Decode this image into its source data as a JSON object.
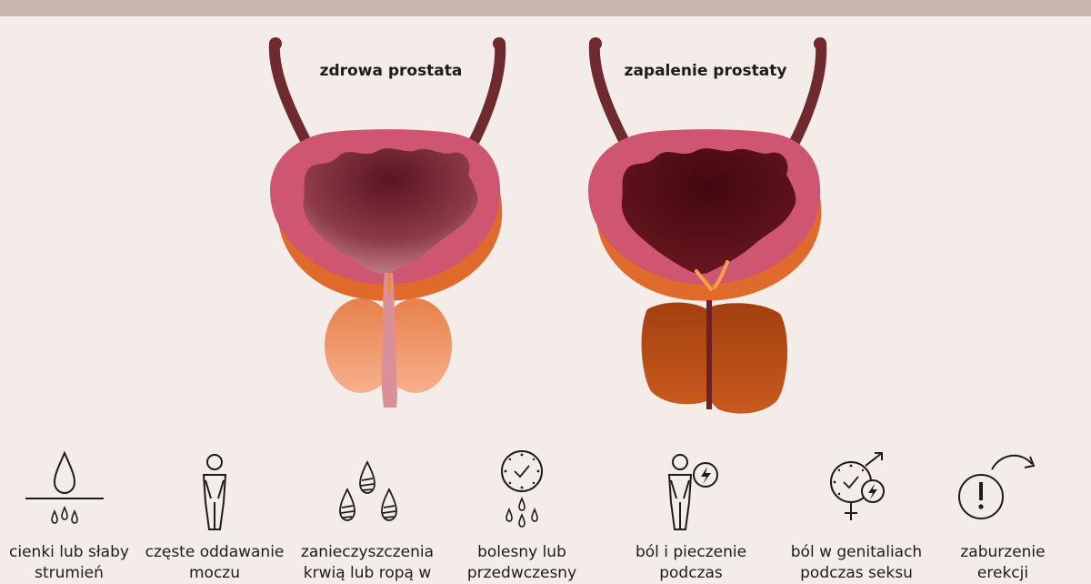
{
  "titles": {
    "healthy": "zdrowa prostata",
    "inflamed": "zapalenie prostaty"
  },
  "symptoms": [
    {
      "icon": "water-drop-stream-icon",
      "label_line1": "cienki lub słaby",
      "label_line2": "strumień"
    },
    {
      "icon": "person-urgency-icon",
      "label_line1": "częste oddawanie",
      "label_line2": "moczu"
    },
    {
      "icon": "blood-drops-icon",
      "label_line1": "zanieczyszczenia",
      "label_line2": "krwią lub ropą w"
    },
    {
      "icon": "clock-drops-icon",
      "label_line1": "bolesny lub",
      "label_line2": "przedwczesny"
    },
    {
      "icon": "person-pain-icon",
      "label_line1": "ból i pieczenie",
      "label_line2": "podczas"
    },
    {
      "icon": "clock-gender-icon",
      "label_line1": "ból w genitaliach",
      "label_line2": "podczas seksu"
    },
    {
      "icon": "exclamation-arrow-icon",
      "label_line1": "zaburzenie",
      "label_line2": "erekcji"
    }
  ]
}
